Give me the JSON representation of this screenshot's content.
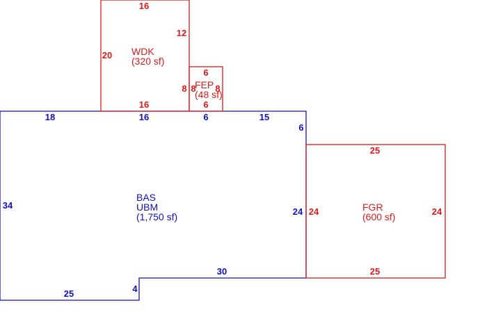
{
  "colors": {
    "living": "#1010c0",
    "other": "#dd1a1a",
    "background": "#ffffff"
  },
  "areas": [
    {
      "id": "bas",
      "color_key": "living",
      "labels": [
        "BAS",
        "UBM",
        "(1,750 sf)"
      ],
      "dimensions": [
        "18",
        "16",
        "6",
        "15",
        "6",
        "24",
        "30",
        "4",
        "25",
        "34"
      ]
    },
    {
      "id": "wdk",
      "color_key": "other",
      "labels": [
        "WDK",
        "(320 sf)"
      ],
      "dimensions": [
        "16",
        "12",
        "20",
        "16"
      ]
    },
    {
      "id": "fep",
      "color_key": "other",
      "labels": [
        "FEP",
        "(48 sf)"
      ],
      "dimensions": [
        "6",
        "8",
        "8",
        "8",
        "6"
      ]
    },
    {
      "id": "fgr",
      "color_key": "other",
      "labels": [
        "FGR",
        "(600 sf)"
      ],
      "dimensions": [
        "25",
        "24",
        "24",
        "25"
      ]
    }
  ]
}
